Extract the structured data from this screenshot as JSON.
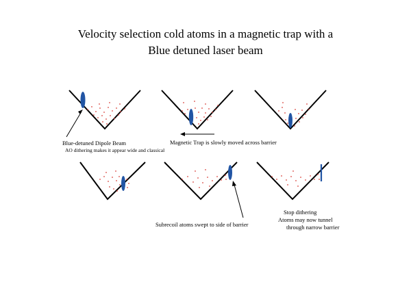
{
  "title": {
    "line1": "Velocity selection cold atoms in a magnetic trap with a",
    "line2": "Blue detuned laser beam"
  },
  "annotations": {
    "beam_label": "Blue-detuned Dipole Beam",
    "dithering_note": "AO dithering makes it appear wide and classical",
    "trap_moved": "Magnetic Trap is slowly moved across barrier",
    "subrecoil": "Subrecoil atoms swept to side of barrier",
    "stop_dithering": "Stop dithering",
    "tunnel_line1": "Atoms may now tunnel",
    "tunnel_line2": "through narrow barrier"
  },
  "colors": {
    "trap": "#000000",
    "beam": "#2255a4",
    "atoms": "#d9403a"
  }
}
